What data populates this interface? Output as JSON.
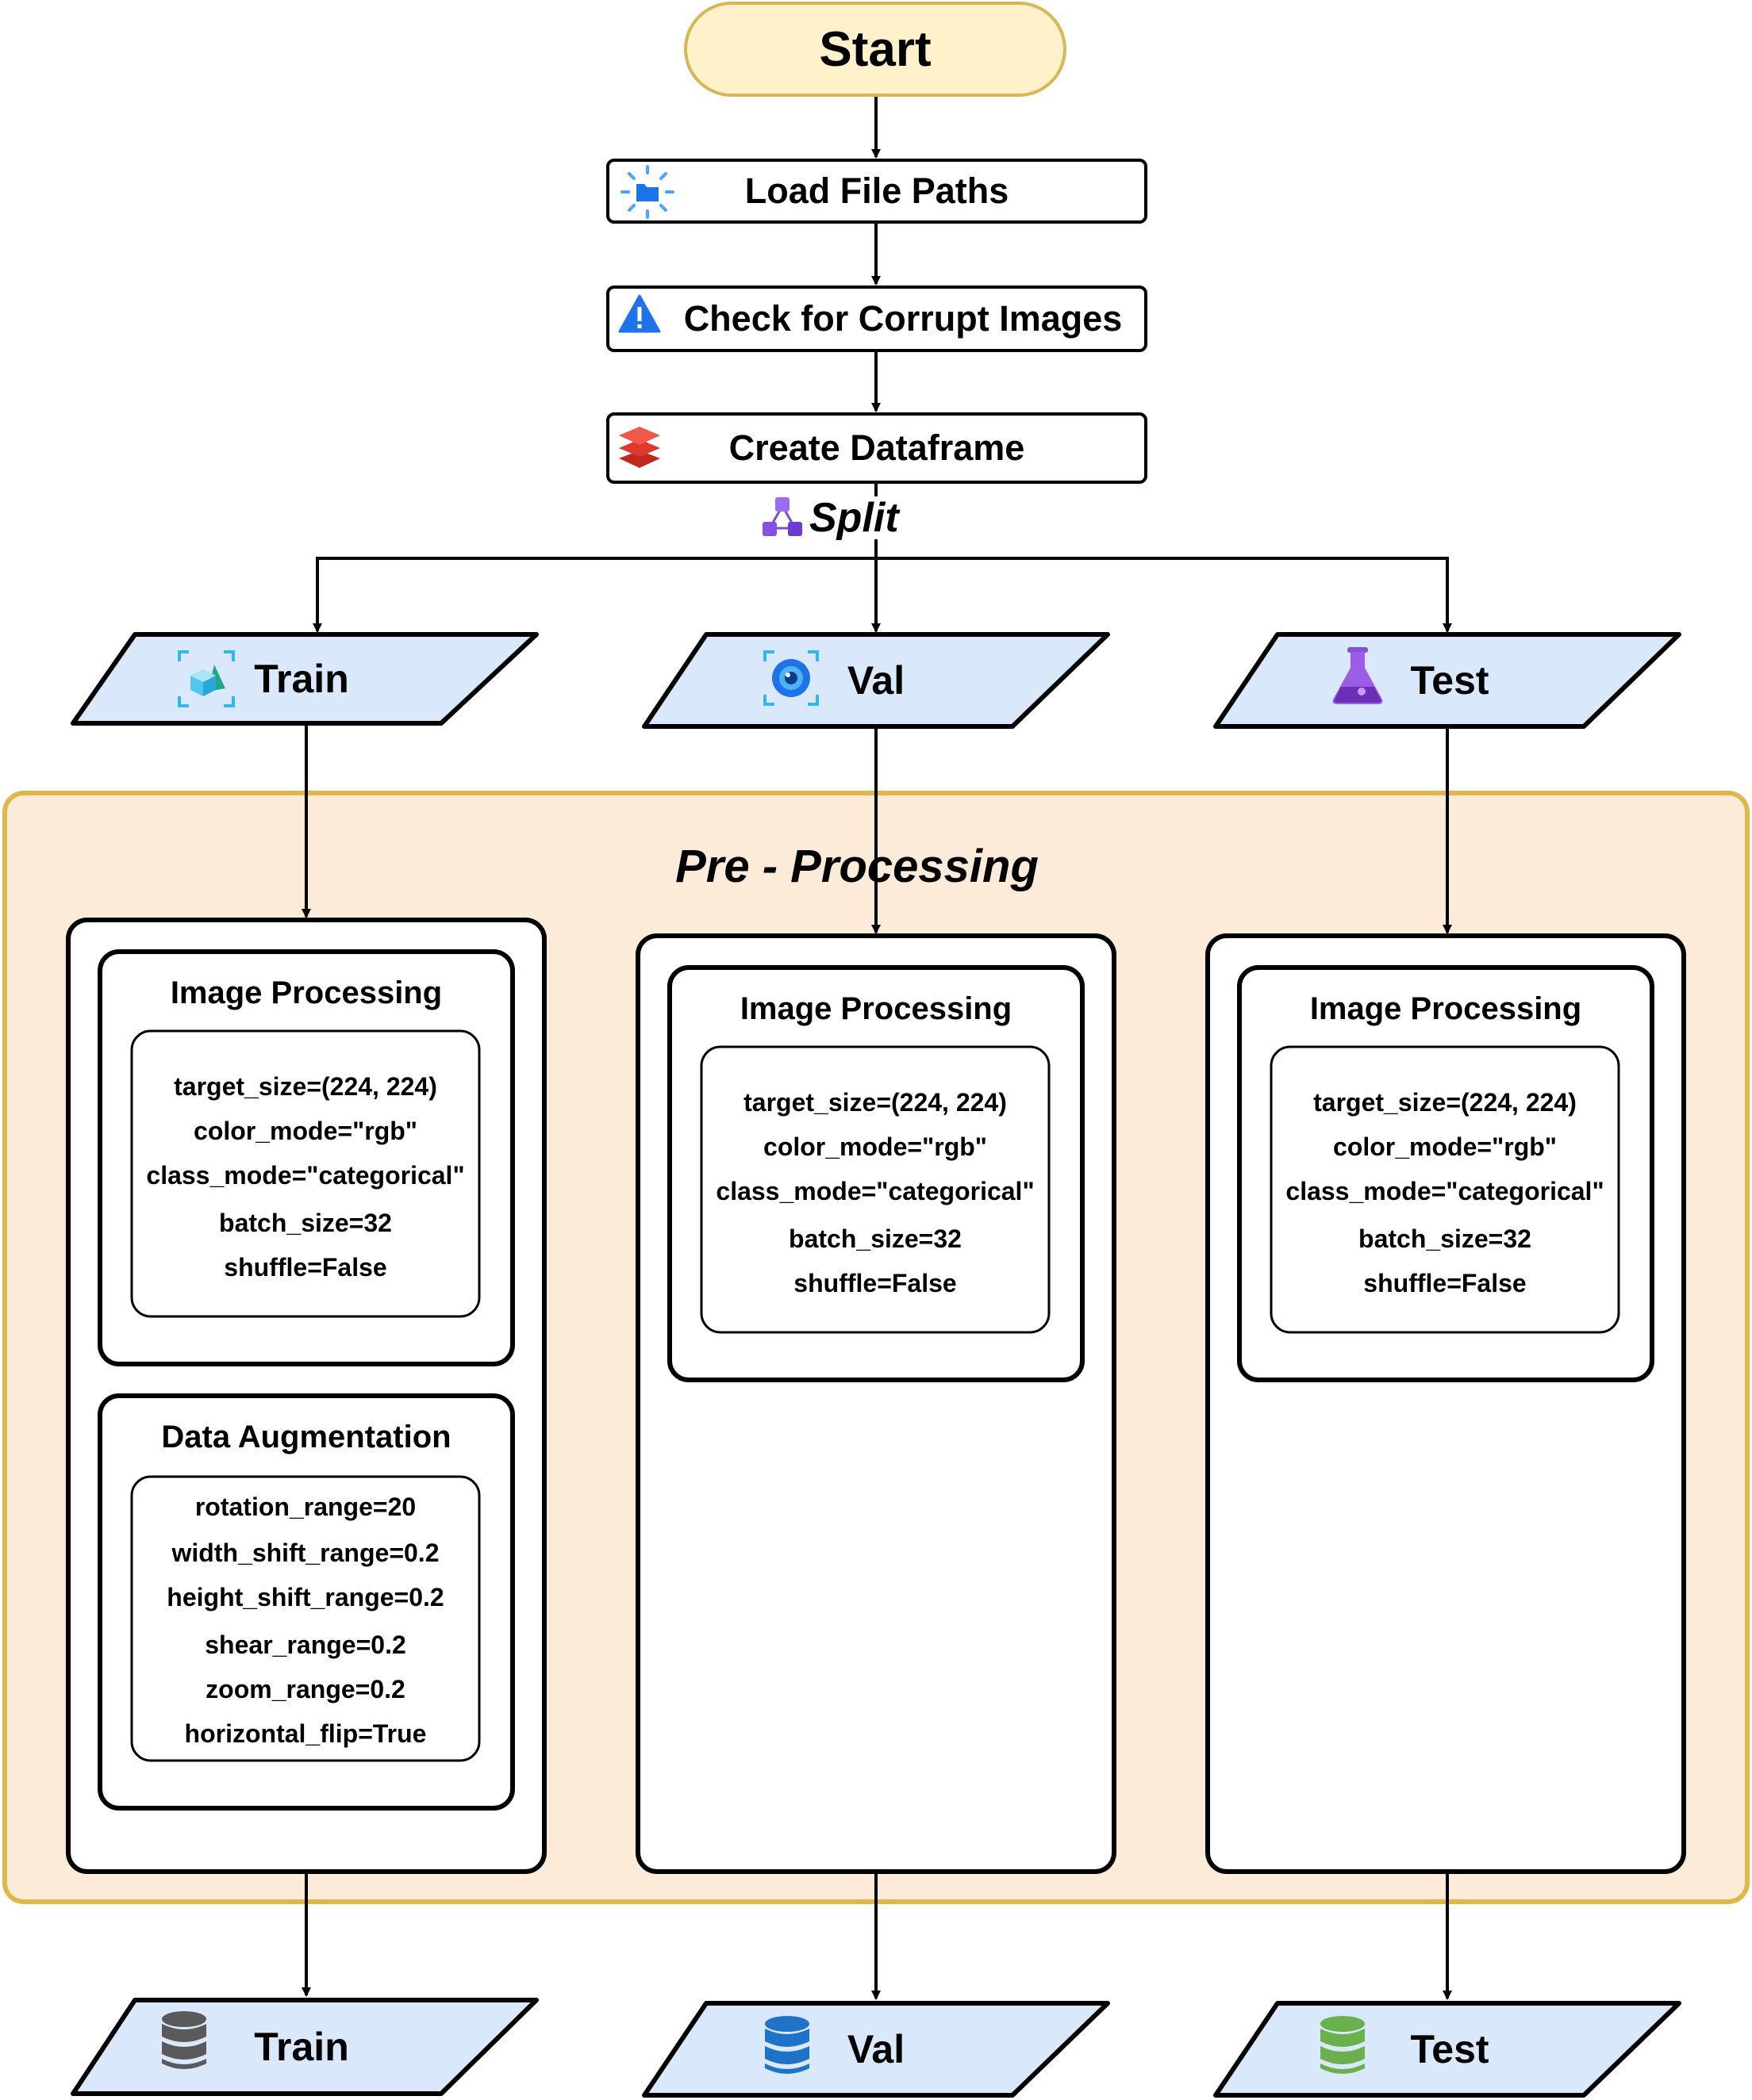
{
  "flow": {
    "start": "Start",
    "steps": [
      "Load File Paths",
      "Check for Corrupt Images",
      "Create Dataframe"
    ],
    "split": "Split"
  },
  "datasets": [
    {
      "label": "Train",
      "icon": "cube-icon"
    },
    {
      "label": "Val",
      "icon": "camera-lens-icon"
    },
    {
      "label": "Test",
      "icon": "flask-icon"
    }
  ],
  "preprocessing": {
    "title": "Pre - Processing",
    "image_processing": {
      "title": "Image Processing",
      "params": [
        "target_size=(224, 224)",
        "color_mode=\"rgb\"",
        "class_mode=\"categorical\"",
        "batch_size=32",
        "shuffle=False"
      ]
    },
    "data_augmentation": {
      "title": "Data Augmentation",
      "params": [
        "rotation_range=20",
        "width_shift_range=0.2",
        "height_shift_range=0.2",
        "shear_range=0.2",
        "zoom_range=0.2",
        "horizontal_flip=True"
      ]
    }
  },
  "outputs": [
    {
      "label": "Train",
      "icon": "database-icon",
      "color": "#5a5a5a"
    },
    {
      "label": "Val",
      "icon": "database-icon",
      "color": "#1e73c9"
    },
    {
      "label": "Test",
      "icon": "database-icon",
      "color": "#6ab04c"
    }
  ],
  "colors": {
    "start_fill": "#fff1c9",
    "start_stroke": "#d6b656",
    "parallelogram_fill": "#dae8fc",
    "pre_fill": "#fdebd9",
    "pre_stroke": "#e0b84a"
  }
}
